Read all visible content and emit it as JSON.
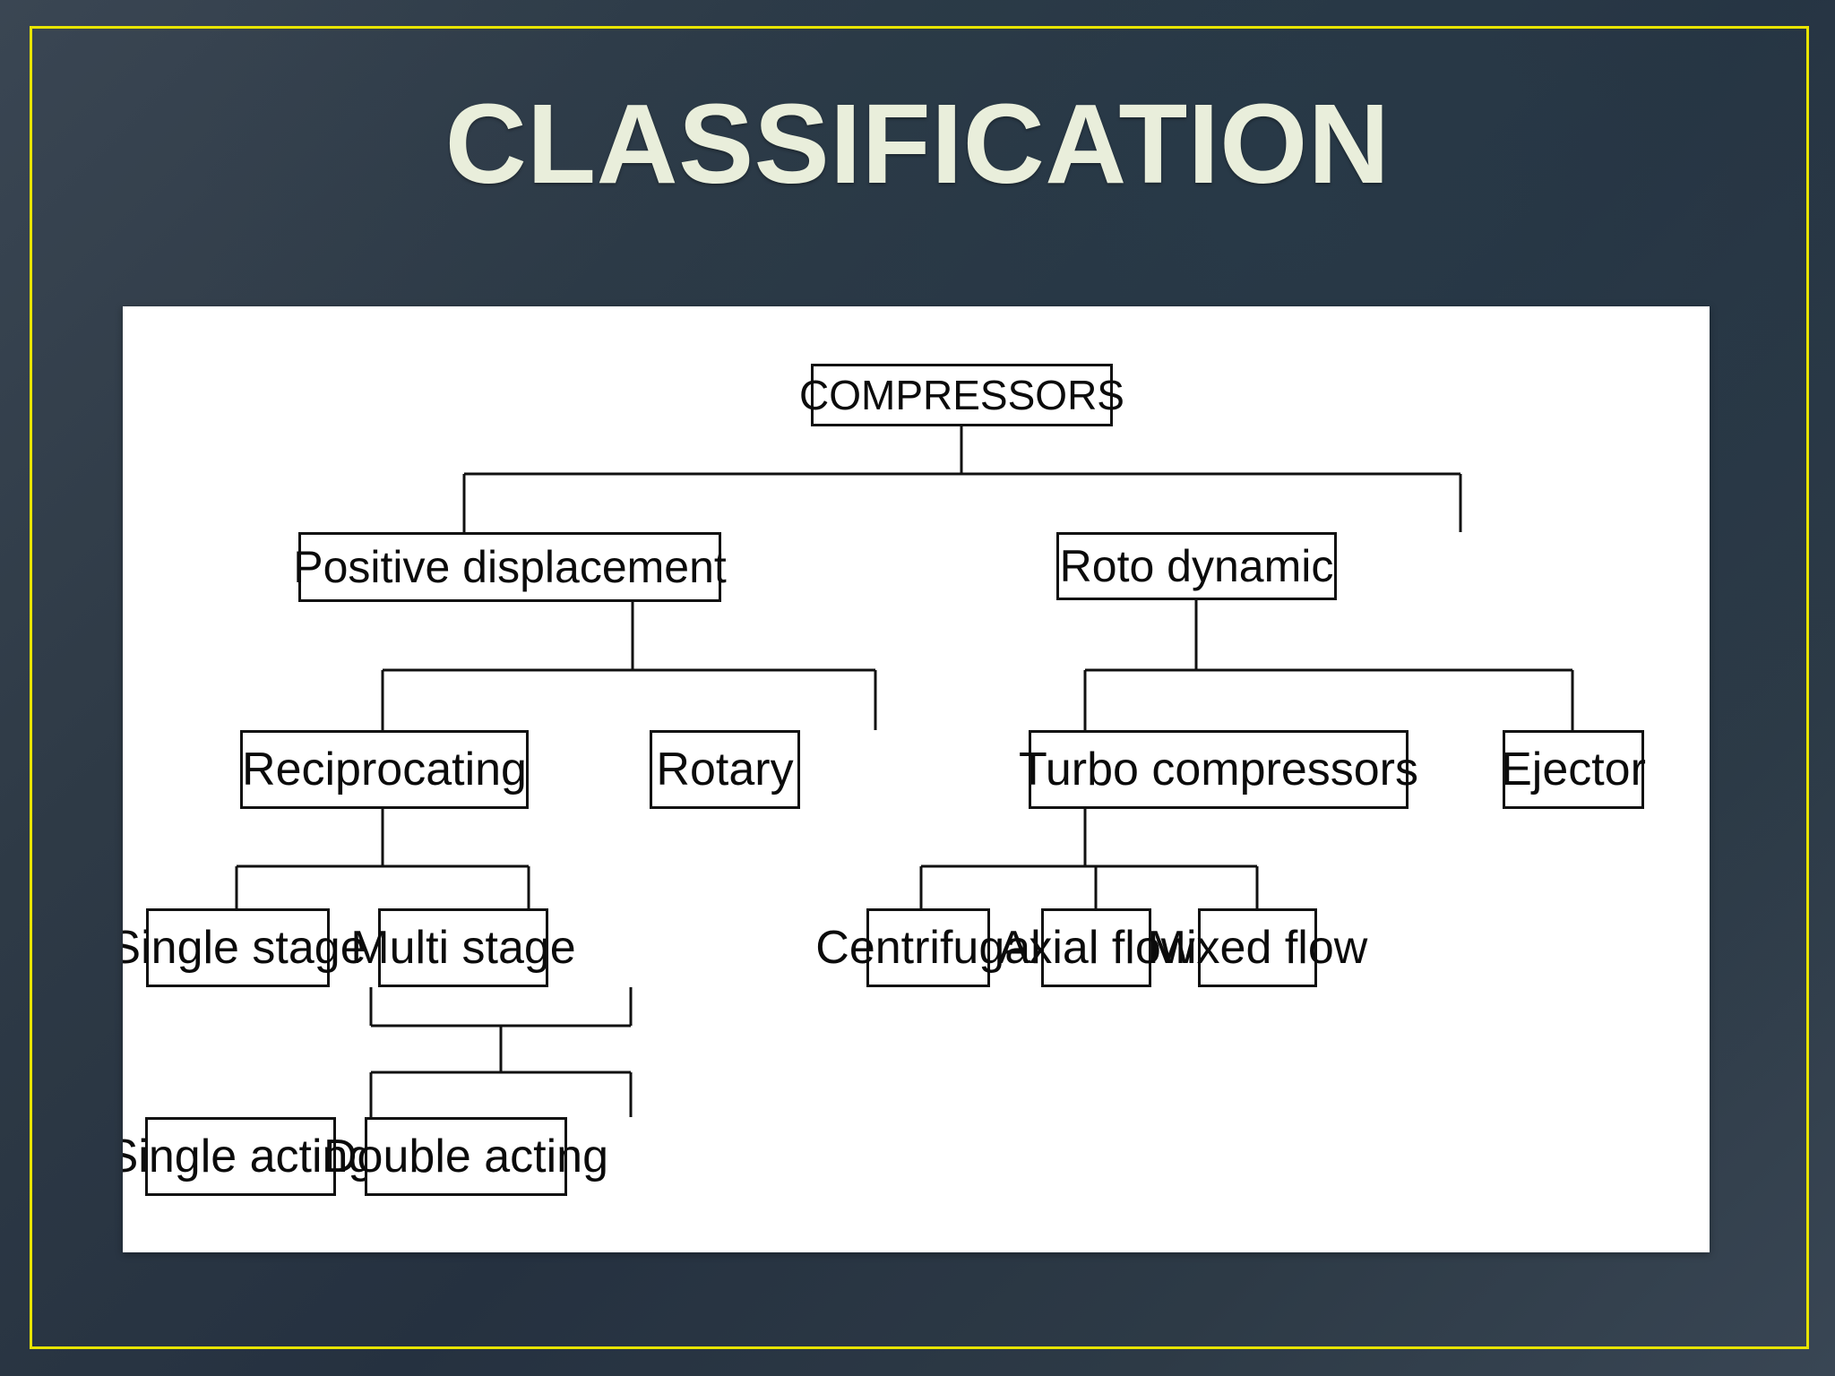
{
  "slide": {
    "title": "CLASSIFICATION",
    "title_color": "#e9eedb",
    "frame_color": "#e8e400",
    "background_colors": [
      "#3a4653",
      "#253140",
      "#394654"
    ],
    "panel_color": "#ffffff"
  },
  "chart_data": {
    "type": "diagram",
    "diagram_kind": "tree",
    "title": "CLASSIFICATION",
    "root": "COMPRESSORS",
    "nodes": [
      {
        "id": "compressors",
        "label": "COMPRESSORS",
        "level": 1,
        "parent": null
      },
      {
        "id": "positive",
        "label": "Positive displacement",
        "level": 2,
        "parent": "compressors"
      },
      {
        "id": "roto",
        "label": "Roto dynamic",
        "level": 2,
        "parent": "compressors"
      },
      {
        "id": "reciprocating",
        "label": "Reciprocating",
        "level": 3,
        "parent": "positive"
      },
      {
        "id": "rotary",
        "label": "Rotary",
        "level": 3,
        "parent": "positive"
      },
      {
        "id": "turbo",
        "label": "Turbo compressors",
        "level": 3,
        "parent": "roto"
      },
      {
        "id": "ejector",
        "label": "Ejector",
        "level": 3,
        "parent": "roto"
      },
      {
        "id": "single-stage",
        "label": "Single stage",
        "level": 4,
        "parent": "reciprocating"
      },
      {
        "id": "multi-stage",
        "label": "Multi stage",
        "level": 4,
        "parent": "reciprocating"
      },
      {
        "id": "centrifugal",
        "label": "Centrifugal",
        "level": 4,
        "parent": "turbo"
      },
      {
        "id": "axial-flow",
        "label": "Axial flow",
        "level": 4,
        "parent": "turbo"
      },
      {
        "id": "mixed-flow",
        "label": "Mixed flow",
        "level": 4,
        "parent": "turbo"
      },
      {
        "id": "single-acting",
        "label": "Single acting",
        "level": 5,
        "parent": "single-stage,multi-stage"
      },
      {
        "id": "double-acting",
        "label": "Double acting",
        "level": 5,
        "parent": "single-stage,multi-stage"
      }
    ],
    "edges": [
      [
        "compressors",
        "positive"
      ],
      [
        "compressors",
        "roto"
      ],
      [
        "positive",
        "reciprocating"
      ],
      [
        "positive",
        "rotary"
      ],
      [
        "roto",
        "turbo"
      ],
      [
        "roto",
        "ejector"
      ],
      [
        "reciprocating",
        "single-stage"
      ],
      [
        "reciprocating",
        "multi-stage"
      ],
      [
        "turbo",
        "centrifugal"
      ],
      [
        "turbo",
        "axial-flow"
      ],
      [
        "turbo",
        "mixed-flow"
      ],
      [
        "single-stage",
        "single-acting"
      ],
      [
        "single-stage",
        "double-acting"
      ],
      [
        "multi-stage",
        "single-acting"
      ],
      [
        "multi-stage",
        "double-acting"
      ]
    ],
    "node_border_color": "#111111",
    "node_fill_color": "#ffffff",
    "link_color": "#111111"
  },
  "labels": {
    "compressors": "COMPRESSORS",
    "positive": "Positive displacement",
    "roto": "Roto dynamic",
    "reciprocating": "Reciprocating",
    "rotary": "Rotary",
    "turbo": "Turbo compressors",
    "ejector": "Ejector",
    "single_stage": "Single stage",
    "multi_stage": "Multi stage",
    "centrifugal": "Centrifugal",
    "axial_flow": "Axial flow",
    "mixed_flow": "Mixed flow",
    "single_acting": "Single acting",
    "double_acting": "Double acting"
  }
}
